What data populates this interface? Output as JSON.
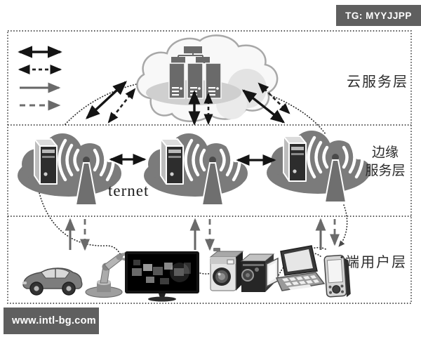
{
  "badge": {
    "label": "TG: MYYJJPP"
  },
  "watermark": {
    "label": "www.intl-bg.com"
  },
  "labels": {
    "cloud_layer": "云服务层",
    "edge_layer_line1": "边缘",
    "edge_layer_line2": "服务层",
    "user_layer": "端用户层",
    "internet": "ternet"
  },
  "legend": {
    "items": [
      {
        "id": "bidirectional-solid-arrow",
        "line": "solid",
        "heads": "double",
        "color": "#141414"
      },
      {
        "id": "bidirectional-dashed-arrow",
        "line": "dashed",
        "heads": "double",
        "color": "#222222"
      },
      {
        "id": "uplink-solid-arrow",
        "line": "solid",
        "heads": "single",
        "color": "#666666"
      },
      {
        "id": "downlink-dashed-arrow",
        "line": "dashed",
        "heads": "single",
        "color": "#6e6e6e"
      }
    ]
  },
  "nodes": {
    "cloud_datacenter": {
      "icon": "cloud-servers-icon"
    },
    "edge_nodes": [
      {
        "icon": "edge-cloud-antenna-icon",
        "position": "left"
      },
      {
        "icon": "edge-cloud-antenna-icon",
        "position": "center"
      },
      {
        "icon": "edge-cloud-antenna-icon",
        "position": "right"
      }
    ],
    "user_devices": [
      {
        "id": "car",
        "icon": "car-icon"
      },
      {
        "id": "robot-arm",
        "icon": "robot-arm-icon"
      },
      {
        "id": "smart-tv",
        "icon": "tv-icon"
      },
      {
        "id": "camera",
        "icon": "camera-icon"
      },
      {
        "id": "camcorder",
        "icon": "camcorder-icon"
      },
      {
        "id": "laptop",
        "icon": "laptop-icon"
      },
      {
        "id": "smartphone",
        "icon": "smartphone-icon"
      }
    ]
  },
  "colors": {
    "badge_bg": "#5f5f5f",
    "watermark_bg": "#5f5f5f",
    "edge_cloud": "#7b7b7b",
    "top_cloud_fill": "#f8f8f8",
    "top_cloud_stroke": "#a8a8a8",
    "arrow_black": "#141414",
    "arrow_gray": "#6a6a6a",
    "text": "#2b2b2b"
  }
}
